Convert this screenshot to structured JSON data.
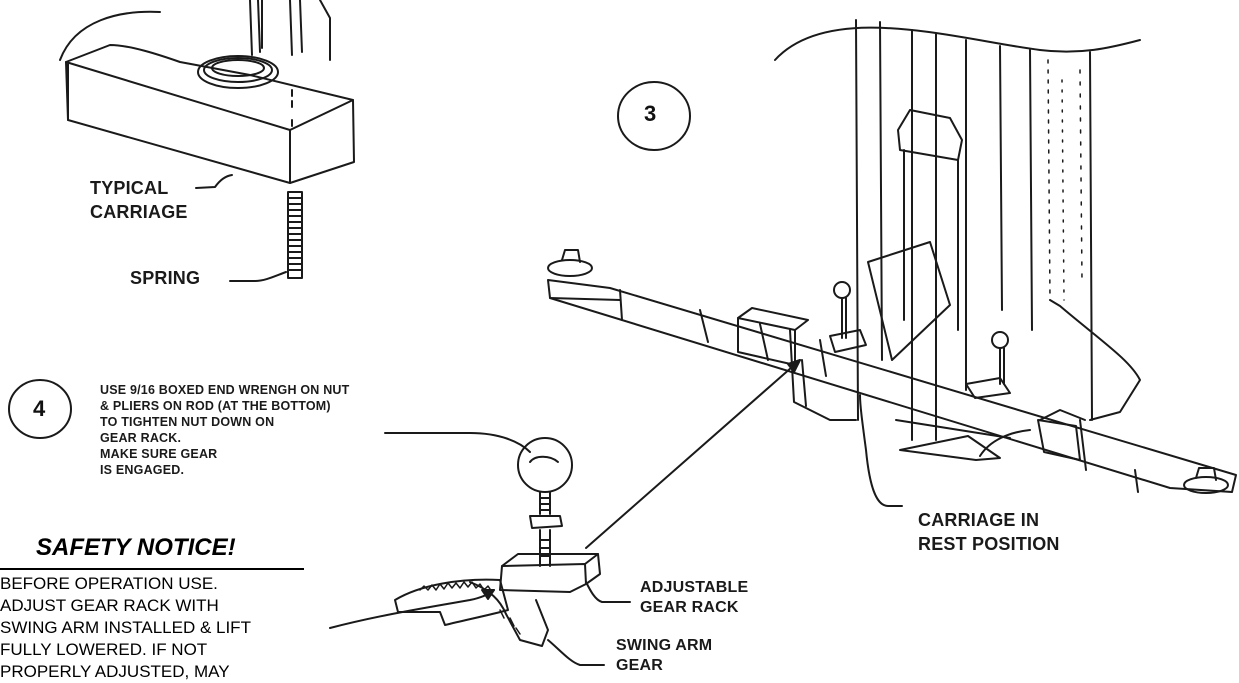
{
  "diagram": {
    "step_three": {
      "number": "3"
    },
    "step_four": {
      "number": "4",
      "instructions": [
        "USE 9/16 BOXED END WRENGH ON NUT",
        "& PLIERS ON ROD (AT THE BOTTOM)",
        "TO TIGHTEN NUT DOWN ON",
        "GEAR RACK.",
        "MAKE SURE GEAR",
        "IS ENGAGED."
      ]
    },
    "labels": {
      "typical_carriage": [
        "TYPICAL",
        "CARRIAGE"
      ],
      "spring": "SPRING",
      "carriage_rest": [
        "CARRIAGE IN",
        "REST POSITION"
      ],
      "adjustable_gear_rack": [
        "ADJUSTABLE",
        "GEAR RACK"
      ],
      "swing_arm_gear": [
        "SWING ARM",
        "GEAR"
      ]
    },
    "safety": {
      "title": "SAFETY NOTICE!",
      "lines": [
        "BEFORE OPERATION USE.",
        "ADJUST GEAR RACK WITH",
        "SWING ARM INSTALLED & LIFT",
        "FULLY LOWERED. IF NOT",
        "PROPERLY ADJUSTED, MAY"
      ]
    },
    "colors": {
      "ink": "#1a1a1a",
      "paper": "#ffffff"
    }
  }
}
